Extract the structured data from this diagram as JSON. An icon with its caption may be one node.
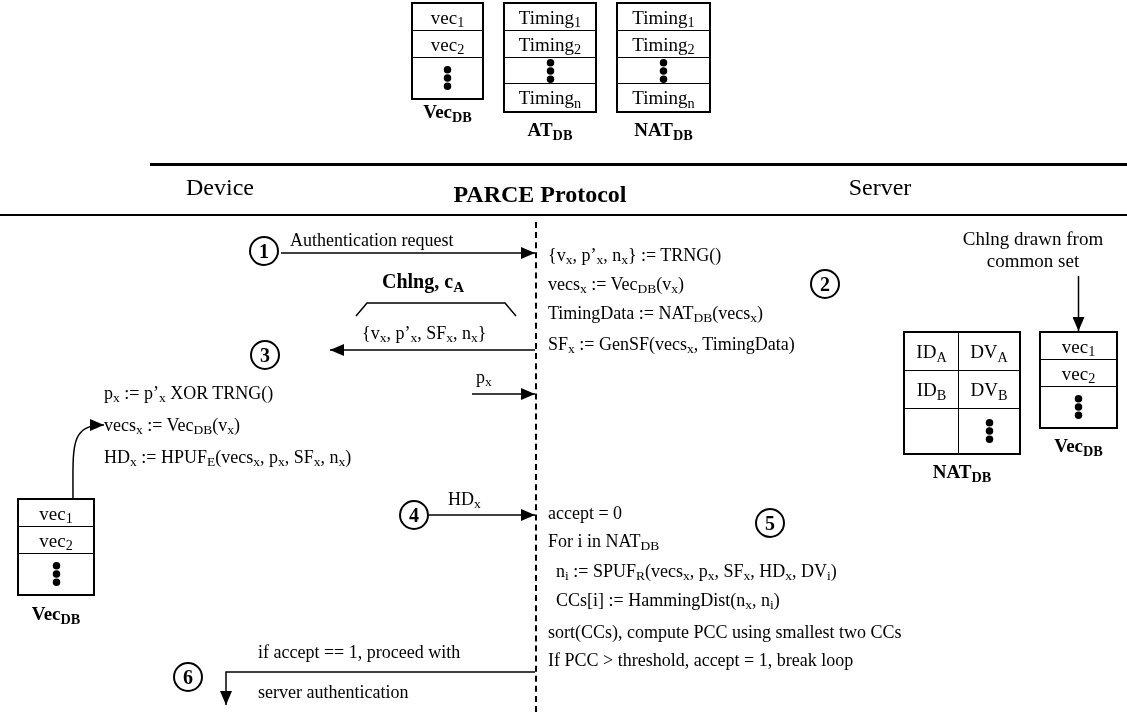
{
  "diagram": {
    "title": "PARCE Protocol",
    "nodes": [
      {
        "text": [
          "vec$_{1}$",
          "vec$_{2}$"
        ],
        "beside": [
          "Vec$_{DB}$"
        ]
      },
      {
        "text": [
          "Timing$_{1}$",
          "Timing$_{2}$",
          "Timing$_{n}$"
        ],
        "beside": [
          "AT$_{DB}$"
        ]
      },
      {
        "text": [
          "Timing$_{1}$",
          "Timing$_{2}$",
          "Timing$_{n}$"
        ],
        "beside": [
          "NAT$_{DB}$"
        ]
      },
      {
        "text": [
          "1"
        ]
      },
      {
        "text": [],
        "shape": "line"
      },
      {
        "text": [
          "2"
        ]
      },
      {
        "text": [
          "Chlng drawn from common set"
        ]
      },
      {
        "text": [
          "ID$_{A}$",
          "DV$_{A}$",
          "ID$_{B}$",
          "DV$_{B}$"
        ],
        "beside": [
          "NAT$_{DB}$"
        ]
      },
      {
        "text": [
          "vec$_{1}$",
          "vec$_{2}$"
        ],
        "beside": [
          "Vec$_{DB}$"
        ]
      },
      {
        "text": [
          "3"
        ]
      },
      {
        "text": [
          "p$_{x}$ := p’$_{x}$ XOR TRNG()",
          "vecs$_{x}$ := Vec$_{DB}$(v$_{x}$)",
          "HD$_{x}$ := HPUF$_{E}$(vecs$_{x}$, p$_{x}$, SF$_{x}$, n$_{x}$)"
        ]
      },
      {
        "text": [
          "vec$_{1}$",
          "vec$_{2}$"
        ],
        "beside": [
          "Vec$_{DB}$"
        ]
      },
      {
        "text": [
          "4"
        ]
      },
      {
        "text": [
          "5"
        ]
      },
      {
        "text": [
          "6"
        ]
      }
    ],
    "edges": [
      {
        "from": 3,
        "to": 4,
        "arrow": "to",
        "label": "Authentication request"
      },
      {
        "from": 4,
        "to": 10,
        "arrow": "to",
        "label": "{v$_{x}$, p’$_{x}$, SF$_{x}$, n$_{x}$}"
      },
      {
        "from": null,
        "to": 4,
        "arrow": "to",
        "label": "p$_{x}$"
      },
      {
        "from": 12,
        "to": 4,
        "arrow": "to",
        "label": "HD$_{x}$"
      },
      {
        "from": 4,
        "to": 14,
        "arrow": "to",
        "label": "if accept == 1, proceed with server authentication"
      },
      {
        "from": 11,
        "to": 10,
        "arrow": "to"
      },
      {
        "from": 6,
        "to": 8,
        "arrow": "to"
      }
    ],
    "labels": [
      "Device",
      "Server",
      "Chlng, c$_{A}$",
      "{v$_{x}$, p’$_{x}$, n$_{x}$} := TRNG()",
      "vecs$_{x}$ := Vec$_{DB}$(v$_{x}$)",
      "TimingData := NAT$_{DB}$(vecs$_{x}$)",
      "SF$_{x}$ := GenSF(vecs$_{x}$, TimingData)",
      "accept = 0",
      "For i in NAT$_{DB}$",
      "n$_{i}$ := SPUF$_{R}$(vecs$_{x}$, p$_{x}$, SF$_{x}$, HD$_{x}$, DV$_{i}$)",
      "CCs[i] := HammingDist(n$_{x}$, n$_{i}$)",
      "sort(CCs), compute PCC using smallest two CCs",
      "If PCC > threshold, accept = 1, break loop"
    ]
  }
}
